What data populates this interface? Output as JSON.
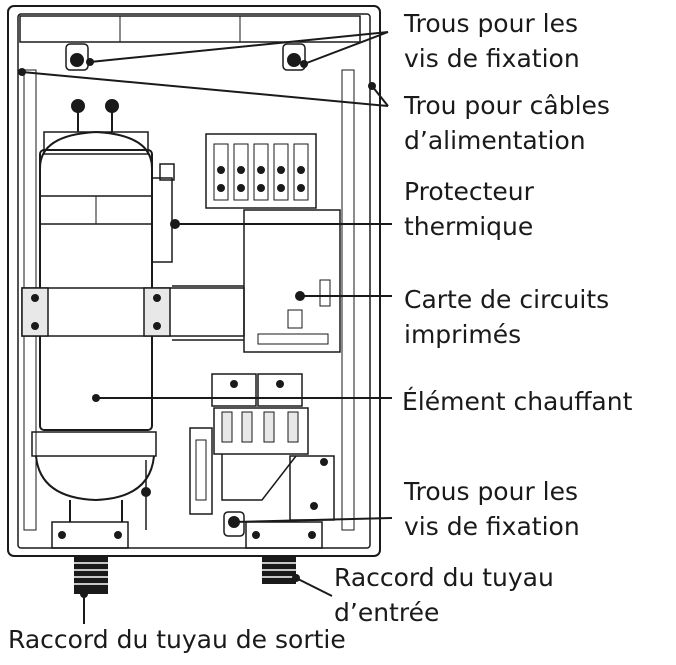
{
  "labels": {
    "mounting_holes_top": {
      "line1": "Trous pour les",
      "line2": "vis de fixation"
    },
    "power_cable_hole": {
      "line1": "Trou pour câbles",
      "line2": "d’alimentation"
    },
    "thermal_protector": {
      "line1": "Protecteur",
      "line2": "thermique"
    },
    "circuit_board": {
      "line1": "Carte de circuits",
      "line2": "imprimés"
    },
    "heating_element": {
      "line1": "Élément chauffant"
    },
    "mounting_holes_bottom": {
      "line1": "Trous pour les",
      "line2": "vis de fixation"
    },
    "inlet_fitting": {
      "line1": "Raccord du tuyau",
      "line2": "d’entrée"
    },
    "outlet_fitting": {
      "line1": "Raccord du tuyau de sortie"
    }
  },
  "colors": {
    "line": "#1a1a1a",
    "fill": "#ffffff",
    "shade": "#e8e8e8"
  }
}
